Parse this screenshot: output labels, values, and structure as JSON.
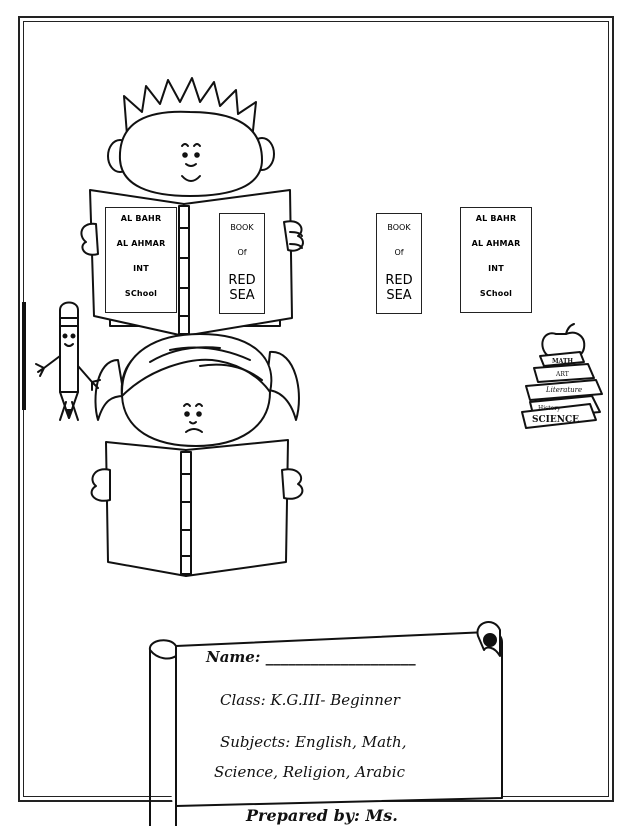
{
  "school_label": {
    "line1": "AL BAHR",
    "line2": "AL AHMAR",
    "line3": "INT",
    "line4": "SChool"
  },
  "book_label": {
    "line1": "BOOK",
    "line2": "Of",
    "line3": "RED",
    "line4": "SEA"
  },
  "stack_books": {
    "book1": "MATH",
    "book2": "ART",
    "book3": "Literature",
    "book4": "History",
    "book5": "SCIENCE"
  },
  "scroll": {
    "name": "Name: ____________________",
    "class": "Class: K.G.III- Beginner",
    "subjects_line1": "Subjects: English, Math,",
    "subjects_line2": "Science, Religion, Arabic",
    "prepared": "Prepared by: Ms."
  }
}
